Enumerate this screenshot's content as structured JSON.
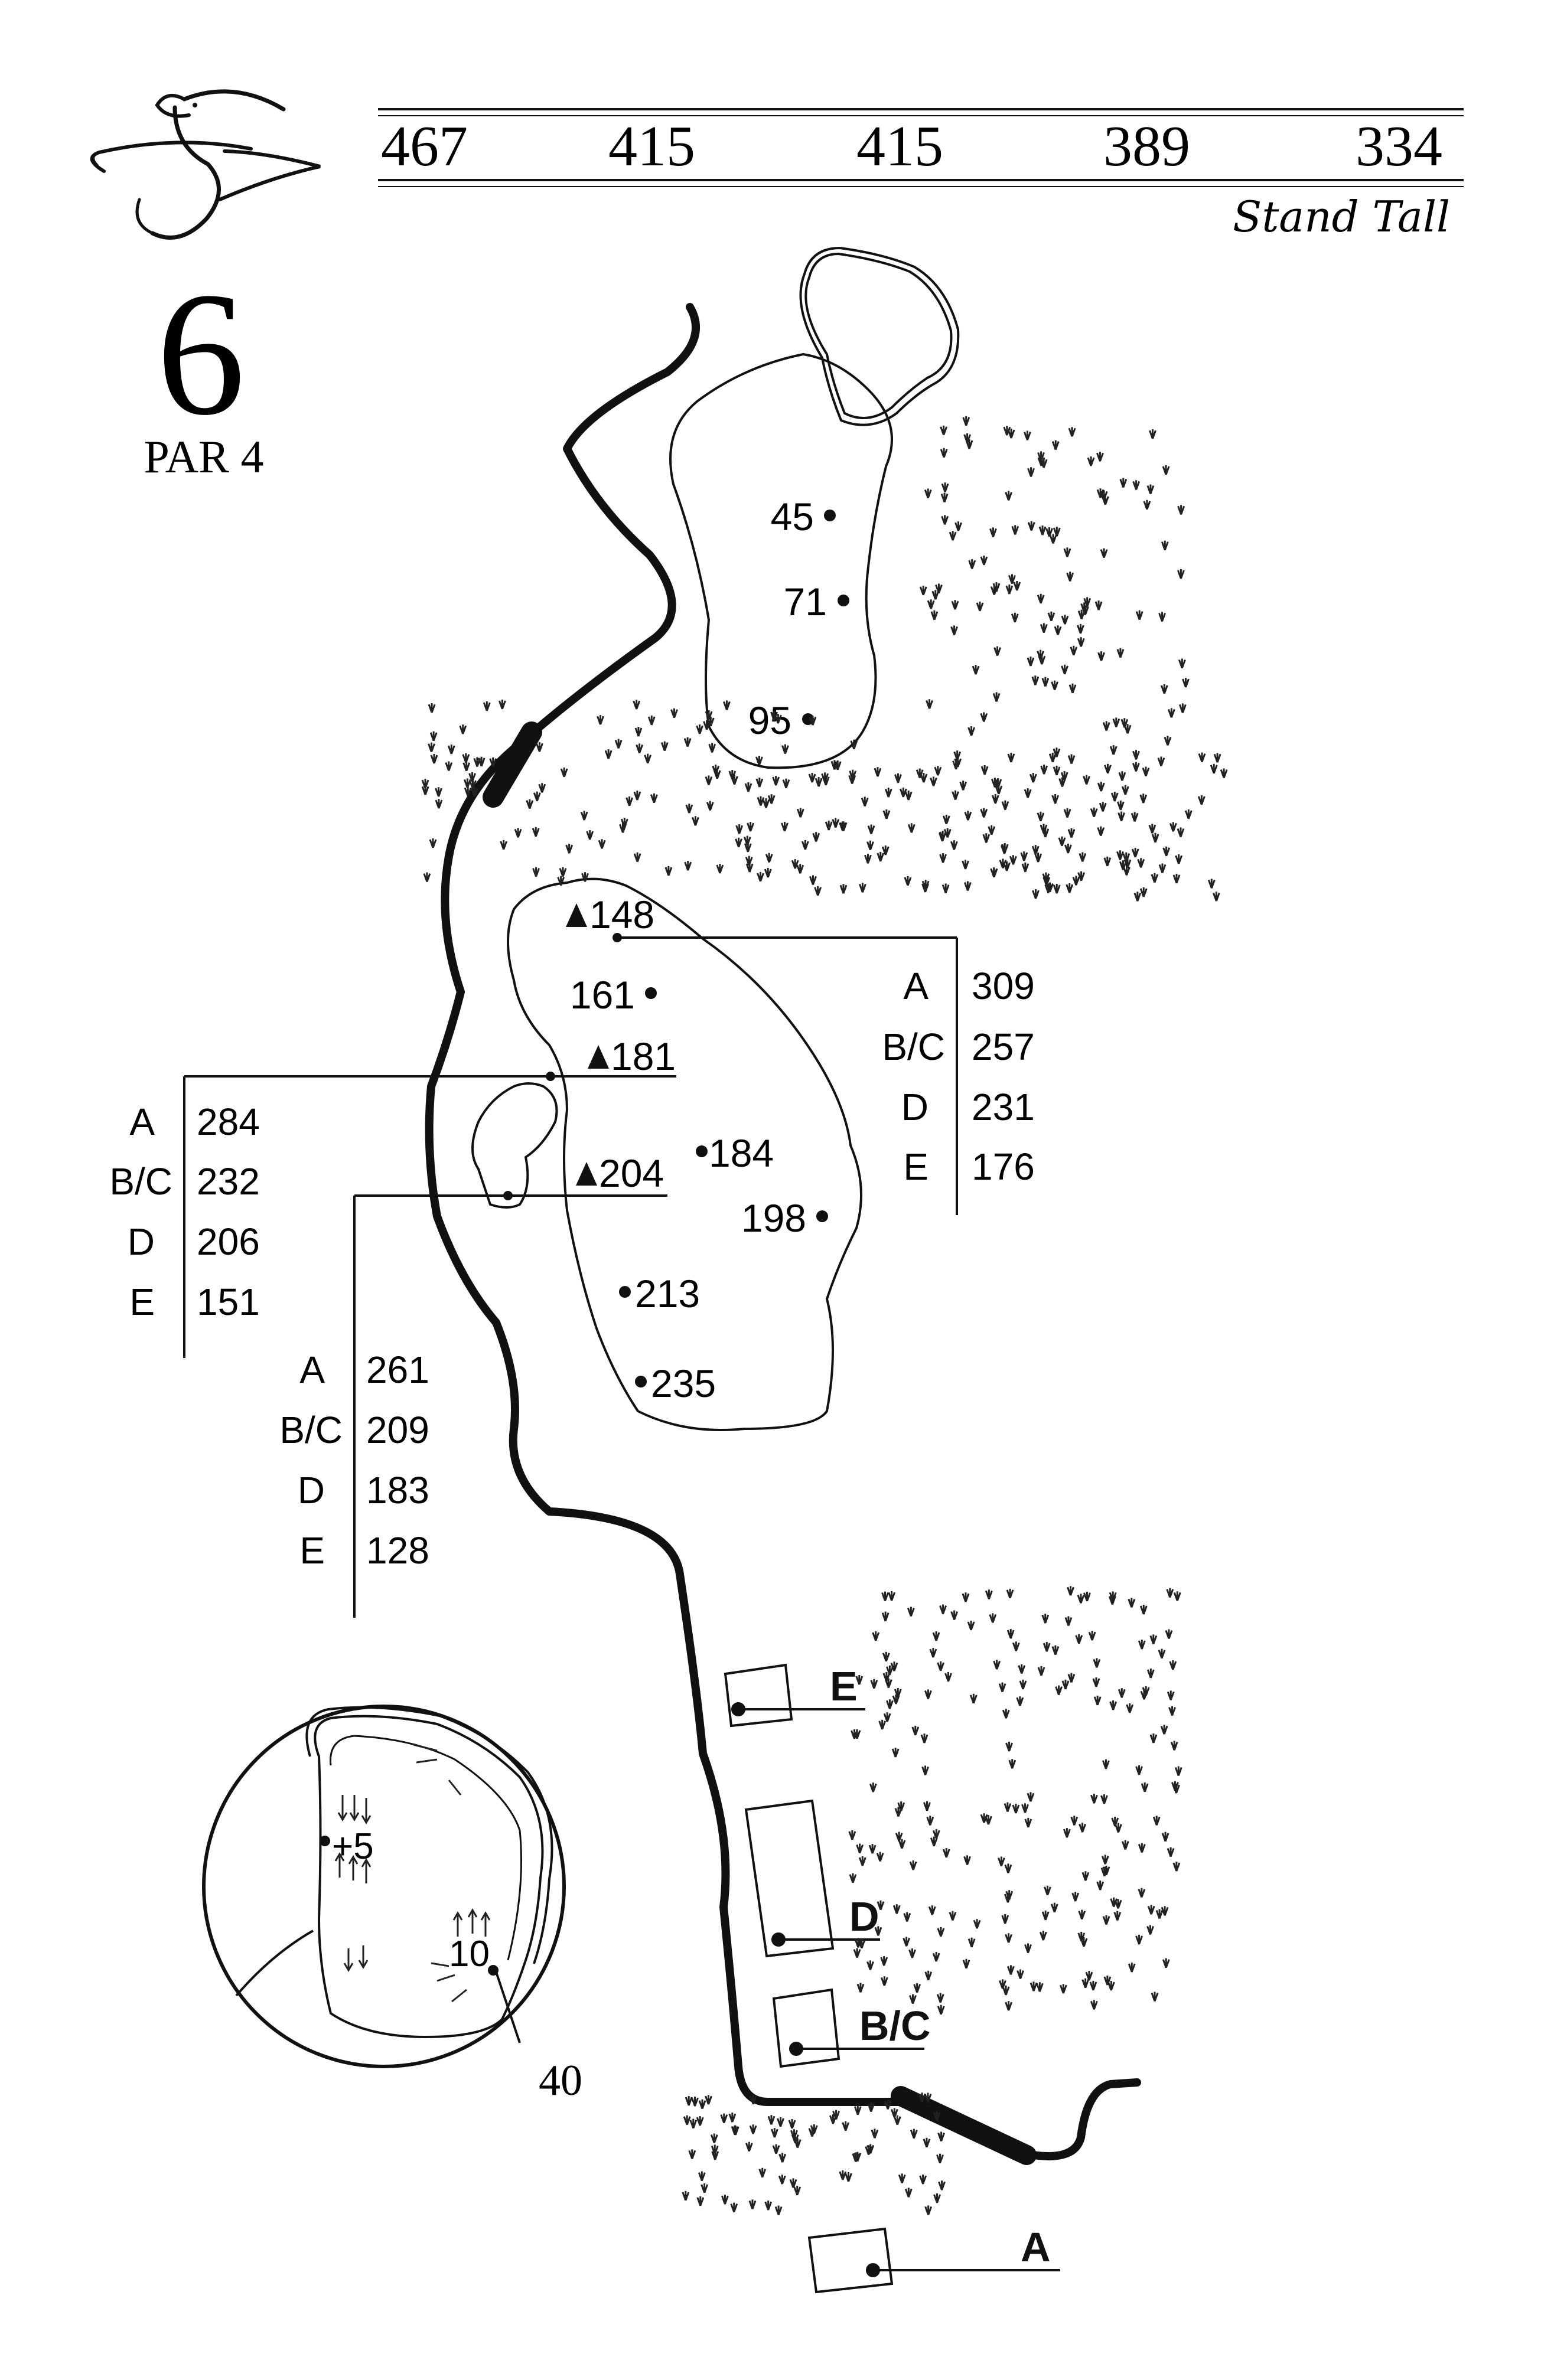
{
  "header": {
    "yardages": [
      "467",
      "415",
      "415",
      "389",
      "334"
    ],
    "tagline": "Stand Tall"
  },
  "hole": {
    "number": "6",
    "par": "PAR 4"
  },
  "green_distances": [
    "45",
    "71",
    "95"
  ],
  "fairway_marks": [
    "148",
    "161",
    "181",
    "184",
    "198",
    "204",
    "213",
    "235"
  ],
  "carry_table_148": {
    "tees": [
      "A",
      "B/C",
      "D",
      "E"
    ],
    "values": [
      "309",
      "257",
      "231",
      "176"
    ]
  },
  "carry_table_181": {
    "tees": [
      "A",
      "B/C",
      "D",
      "E"
    ],
    "values": [
      "284",
      "232",
      "206",
      "151"
    ]
  },
  "carry_table_204": {
    "tees": [
      "A",
      "B/C",
      "D",
      "E"
    ],
    "values": [
      "261",
      "209",
      "183",
      "128"
    ]
  },
  "tee_boxes": [
    "E",
    "D",
    "B/C",
    "A"
  ],
  "green_detail": {
    "labels": [
      "+5",
      "10"
    ],
    "depth": "40"
  },
  "map_colors": {
    "ink": "#111111",
    "paper": "#ffffff"
  },
  "icon_names": [
    "heron-logo-icon",
    "hazard-tree-icon",
    "pin-dot-icon",
    "slope-arrow-icon"
  ]
}
